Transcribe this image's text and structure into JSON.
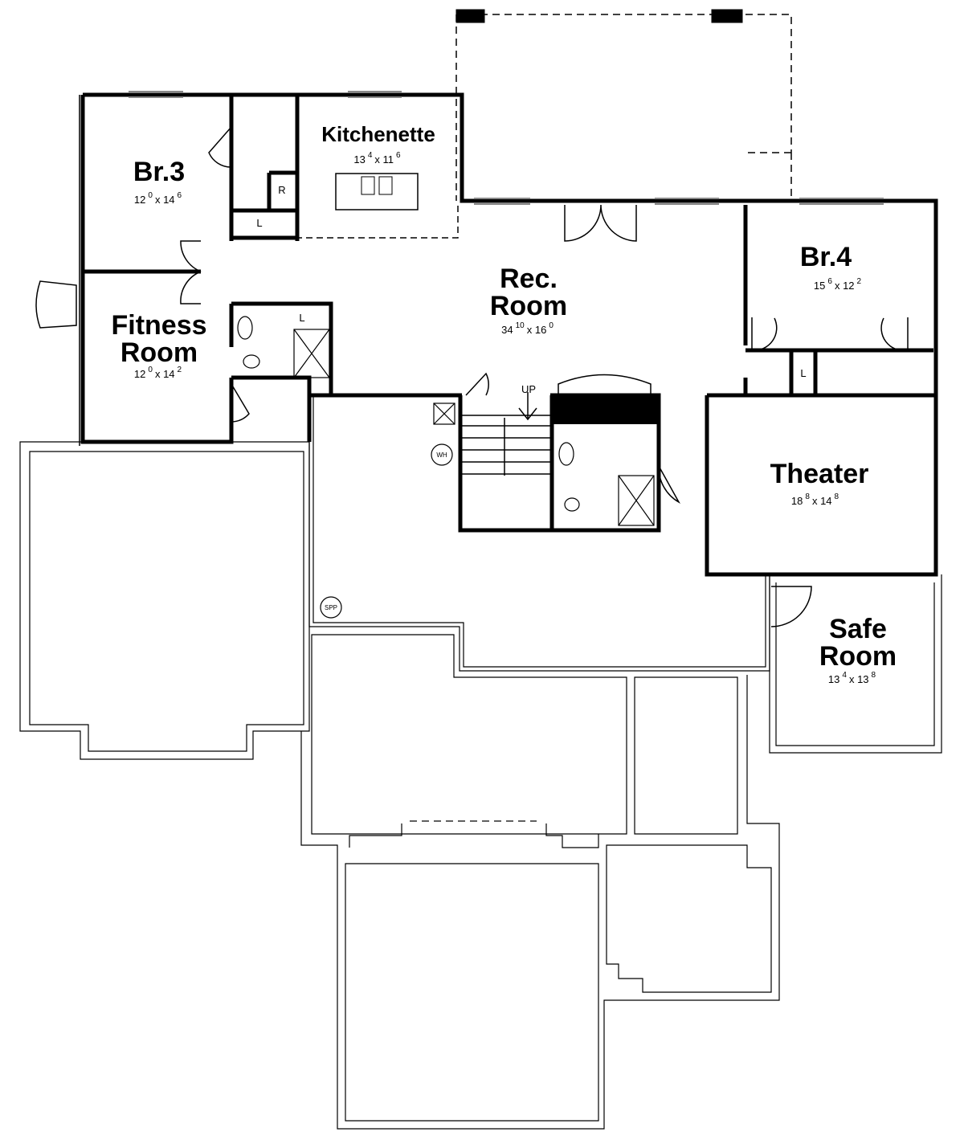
{
  "rooms": [
    {
      "name": "Br.3",
      "w": "12",
      "wi": "0",
      "d": "14",
      "di": "6"
    },
    {
      "name": "Kitchenette",
      "w": "13",
      "wi": "4",
      "d": "11",
      "di": "6"
    },
    {
      "name_line1": "Fitness",
      "name_line2": "Room",
      "w": "12",
      "wi": "0",
      "d": "14",
      "di": "2"
    },
    {
      "name_line1": "Rec.",
      "name_line2": "Room",
      "w": "34",
      "wi": "10",
      "d": "16",
      "di": "0"
    },
    {
      "name": "Br.4",
      "w": "15",
      "wi": "6",
      "d": "12",
      "di": "2"
    },
    {
      "name": "Theater",
      "w": "18",
      "wi": "8",
      "d": "14",
      "di": "8"
    },
    {
      "name_line1": "Safe",
      "name_line2": "Room",
      "w": "13",
      "wi": "4",
      "d": "13",
      "di": "8"
    }
  ],
  "fixtures": {
    "refrigerator": "R",
    "linen": "L",
    "stairs": "UP",
    "water_heater": "WH",
    "sump_pump": "SPP"
  },
  "sep": "x"
}
